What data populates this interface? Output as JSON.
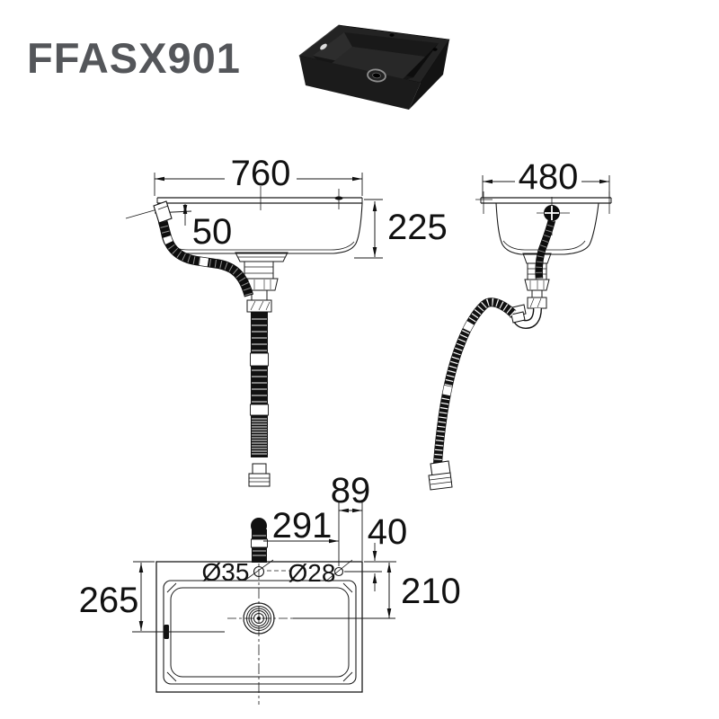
{
  "title": "FFASX901",
  "drawing": {
    "front_view": {
      "width": "760",
      "depth": "225",
      "overflow_drop": "50"
    },
    "side_view": {
      "width": "480"
    },
    "top_view": {
      "hole_to_edge": "89",
      "hole_spacing": "291",
      "hole_back_offset": "40",
      "drain_back_offset": "210",
      "overflow_back_offset": "265",
      "faucet_hole_dia": "Ø35",
      "accessory_hole_dia": "Ø28"
    }
  },
  "colors": {
    "title_gray": "#54565A",
    "line_black": "#1a1a1a",
    "sink_black": "#1e1e1e"
  }
}
